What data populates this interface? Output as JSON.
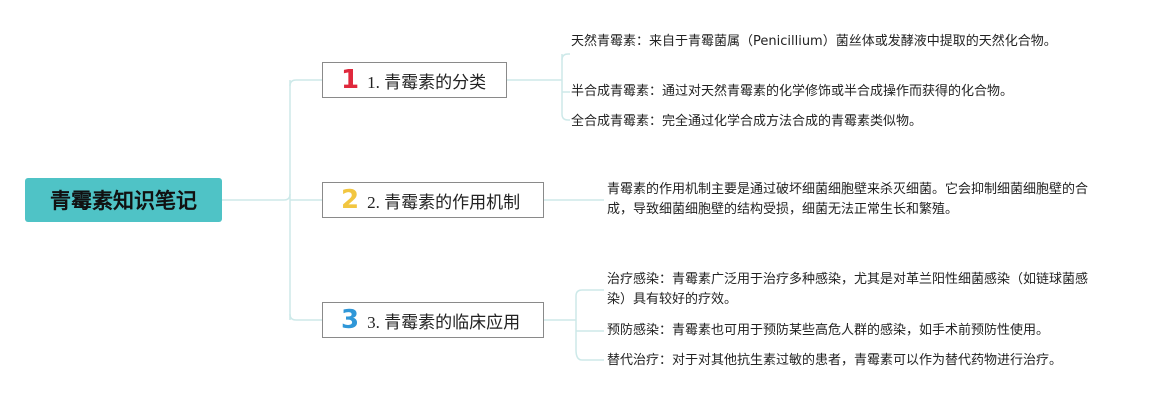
{
  "root": {
    "title": "青霉素知识笔记"
  },
  "branches": [
    {
      "number": "1",
      "label": "1. 青霉素的分类",
      "leaves": [
        "天然青霉素：来自于青霉菌属（Penicillium）菌丝体或发酵液中提取的天然化合物。",
        "半合成青霉素：通过对天然青霉素的化学修饰或半合成操作而获得的化合物。",
        "全合成青霉素：完全通过化学合成方法合成的青霉素类似物。"
      ]
    },
    {
      "number": "2",
      "label": "2. 青霉素的作用机制",
      "leaves": [
        "青霉素的作用机制主要是通过破坏细菌细胞壁来杀灭细菌。它会抑制细菌细胞壁的合成，导致细菌细胞壁的结构受损，细菌无法正常生长和繁殖。"
      ]
    },
    {
      "number": "3",
      "label": "3. 青霉素的临床应用",
      "leaves": [
        "治疗感染：青霉素广泛用于治疗多种感染，尤其是对革兰阳性细菌感染（如链球菌感染）具有较好的疗效。",
        "预防感染：青霉素也可用于预防某些高危人群的感染，如手术前预防性使用。",
        "替代治疗：对于对其他抗生素过敏的患者，青霉素可以作为替代药物进行治疗。"
      ]
    }
  ],
  "colors": {
    "root_fill": "#4fc3c6",
    "connector": "#cde9e9",
    "number_1": "#e0283c",
    "number_2": "#f2c640",
    "number_3": "#2f97d8"
  }
}
